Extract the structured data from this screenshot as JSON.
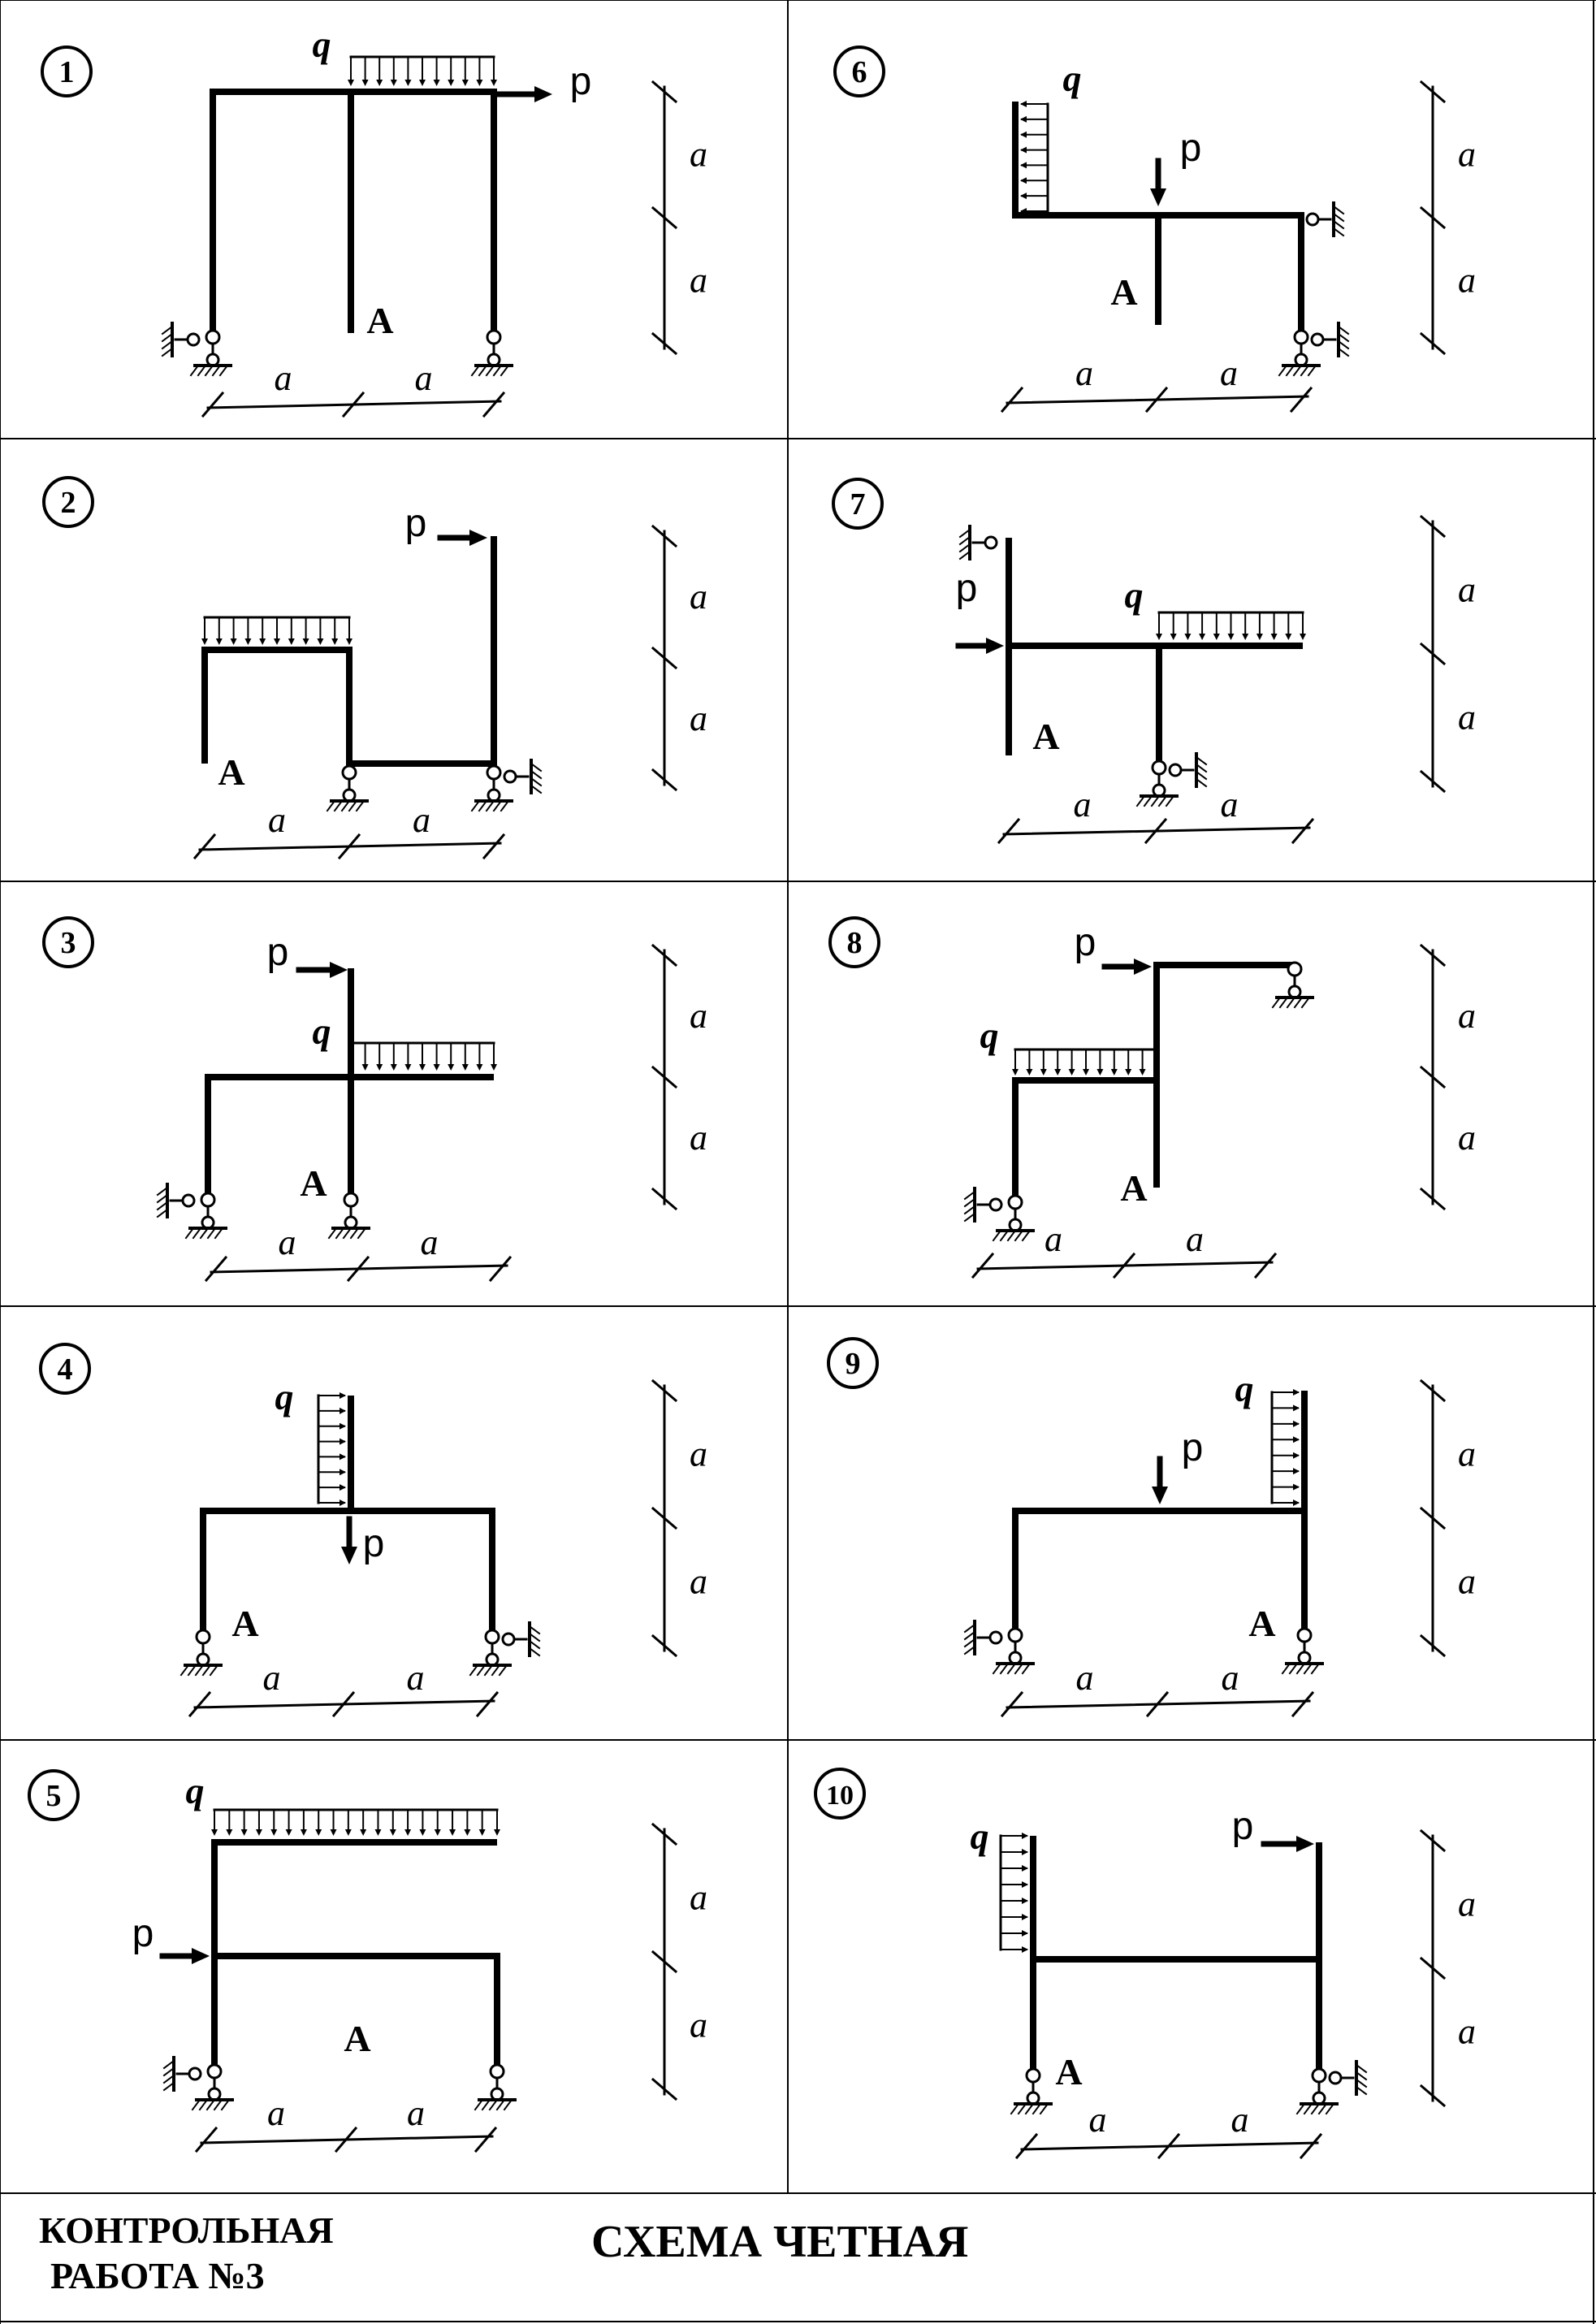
{
  "footer": {
    "line1": "КОНТРОЛЬНАЯ",
    "line2": "РАБОТА №3",
    "title": "СХЕМА ЧЕТНАЯ"
  },
  "dim_label": "a",
  "point_label": "A",
  "load_labels": {
    "distributed": "q",
    "force": "p"
  },
  "schemes": [
    {
      "number": "1",
      "labels": [
        "q",
        "p",
        "A",
        "a",
        "a",
        "a",
        "a"
      ]
    },
    {
      "number": "2",
      "labels": [
        "p",
        "A",
        "a",
        "a",
        "a",
        "a"
      ]
    },
    {
      "number": "3",
      "labels": [
        "p",
        "q",
        "A",
        "a",
        "a",
        "a",
        "a"
      ]
    },
    {
      "number": "4",
      "labels": [
        "q",
        "p",
        "A",
        "a",
        "a",
        "a",
        "a"
      ]
    },
    {
      "number": "5",
      "labels": [
        "q",
        "p",
        "A",
        "a",
        "a",
        "a",
        "a"
      ]
    },
    {
      "number": "6",
      "labels": [
        "q",
        "p",
        "A",
        "a",
        "a",
        "a",
        "a"
      ]
    },
    {
      "number": "7",
      "labels": [
        "p",
        "q",
        "A",
        "a",
        "a",
        "a",
        "a"
      ]
    },
    {
      "number": "8",
      "labels": [
        "p",
        "q",
        "A",
        "a",
        "a",
        "a",
        "a"
      ]
    },
    {
      "number": "9",
      "labels": [
        "q",
        "p",
        "A",
        "a",
        "a",
        "a",
        "a"
      ]
    },
    {
      "number": "10",
      "labels": [
        "q",
        "p",
        "A",
        "a",
        "a",
        "a",
        "a"
      ]
    }
  ]
}
